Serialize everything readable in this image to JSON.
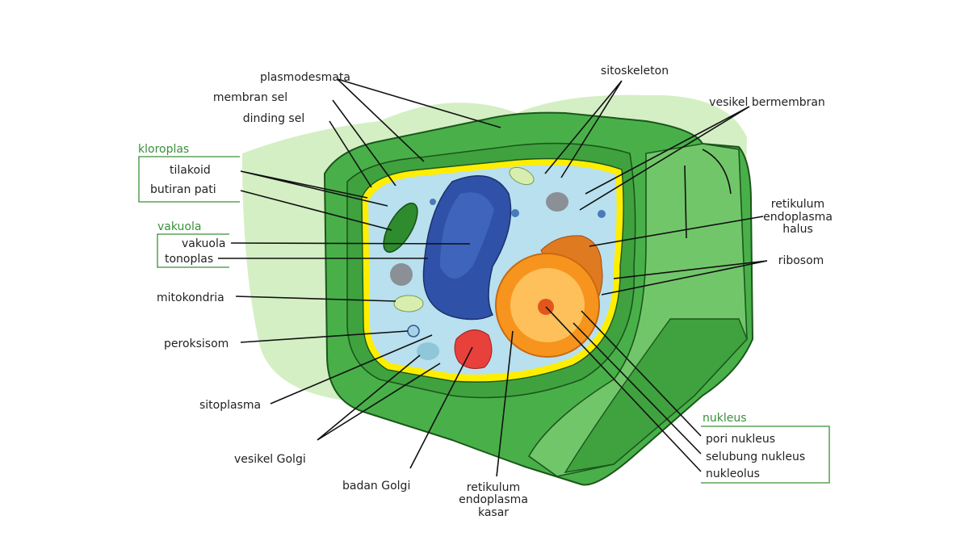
{
  "title": "Sel tumbuhan",
  "colors": {
    "cell_wall": "#4ab34a",
    "cell_wall_light": "#7ccc6c",
    "background_blob": "#d4efc4",
    "membrane": "#ffee00",
    "cytoplasm": "#b8e0ee",
    "vacuole": "#2f52a8",
    "nucleus": "#f7941d",
    "golgi": "#e8403a",
    "group_label": "#3a8f3a"
  },
  "labels": {
    "plasmodesmata": "plasmodesmata",
    "membran_sel": "membran sel",
    "dinding_sel": "dinding sel",
    "kloroplas_group": "kloroplas",
    "tilakoid": "tilakoid",
    "butiran_pati": "butiran pati",
    "vakuola_group": "vakuola",
    "vakuola": "vakuola",
    "tonoplas": "tonoplas",
    "mitokondria": "mitokondria",
    "peroksisom": "peroksisom",
    "sitoplasma": "sitoplasma",
    "vesikel_golgi": "vesikel Golgi",
    "badan_golgi": "badan Golgi",
    "rer": [
      "retikulum",
      "endoplasma",
      "kasar"
    ],
    "sitoskeleton": "sitoskeleton",
    "vesikel_bermembran": "vesikel bermembran",
    "ser": [
      "retikulum",
      "endoplasma",
      "halus"
    ],
    "ribosom": "ribosom",
    "nukleus_group": "nukleus",
    "pori_nukleus": "pori nukleus",
    "selubung_nukleus": "selubung nukleus",
    "nukleolus": "nukleolus"
  }
}
